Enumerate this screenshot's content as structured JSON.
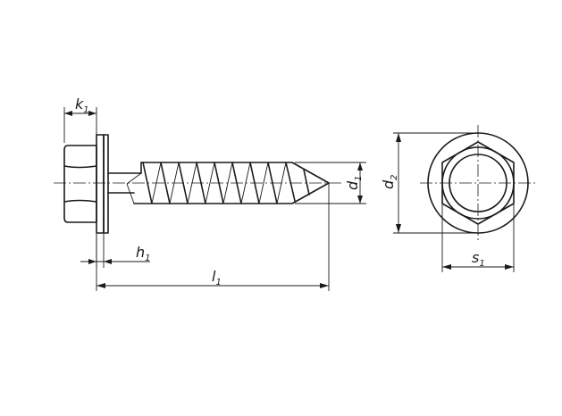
{
  "dimensions": {
    "k1": {
      "main": "k",
      "sub": "1"
    },
    "h1": {
      "main": "h",
      "sub": "1"
    },
    "l1": {
      "main": "l",
      "sub": "1"
    },
    "d1": {
      "main": "d",
      "sub": "1"
    },
    "d2": {
      "main": "d",
      "sub": "2"
    },
    "s1": {
      "main": "s",
      "sub": "1"
    }
  }
}
